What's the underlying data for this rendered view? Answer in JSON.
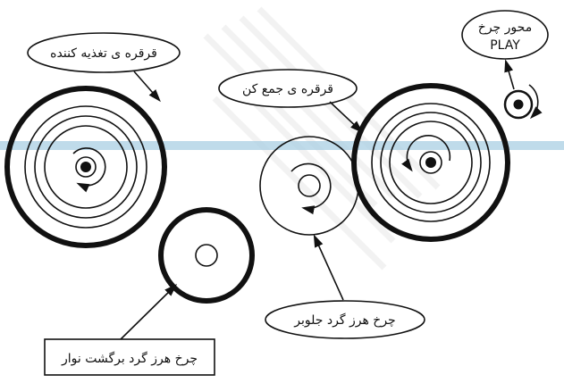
{
  "colors": {
    "ink": "#111111",
    "background": "#ffffff",
    "band": "#a9cfe3",
    "watermark": "#e6e6e6"
  },
  "labels": {
    "supply_reel": "قرقره ی تغذیه کننده",
    "takeup_reel": "قرقره ی جمع کن",
    "play_axis_line1": "محور چرخ",
    "play_axis_line2": "PLAY",
    "forward_idler": "چرخ هرز گرد جلوبر",
    "rewind_idler": "چرخ هرز گرد برگشت نوار"
  },
  "icons": {
    "rotation_arrow": "rotation-arrow-icon",
    "pointer_arrow": "arrowhead-icon"
  }
}
